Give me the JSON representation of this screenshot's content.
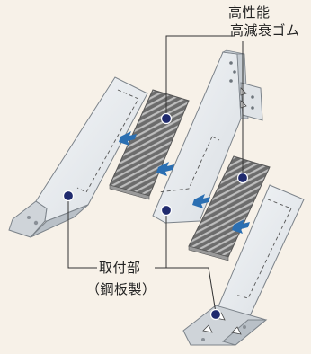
{
  "labels": {
    "rubber_line1": "高性能",
    "rubber_line2": "高減衰ゴム",
    "bracket_line1": "取付部",
    "bracket_line2": "（鋼板製）"
  },
  "colors": {
    "background": "#f7f1e8",
    "plate_fill": "#eaedf0",
    "plate_shade": "#c6ccd2",
    "plate_edge": "#7c838a",
    "rubber_fill": "#6c6c6c",
    "rubber_stripe": "#b9b9b9",
    "marker": "#1f2a6e",
    "arrow": "#2b6fb2",
    "leader": "#333333"
  },
  "icons": [
    "pointer-dot-icon",
    "double-arrow-icon"
  ]
}
